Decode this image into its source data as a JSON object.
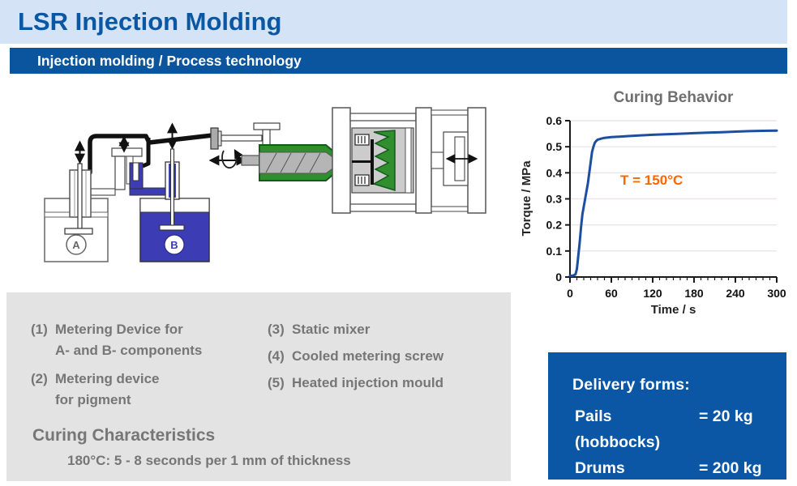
{
  "header": {
    "title": "LSR Injection Molding",
    "subtitle": "Injection molding / Process technology"
  },
  "diagram": {
    "label_a": "A",
    "label_b": "B"
  },
  "legend": {
    "item1_num": "(1)",
    "item1_line1": "Metering Device for",
    "item1_line2": "A- and B- components",
    "item2_num": "(2)",
    "item2_line1": "Metering device",
    "item2_line2": "for pigment",
    "item3_num": "(3)",
    "item3_text": "Static mixer",
    "item4_num": "(4)",
    "item4_text": "Cooled metering screw",
    "item5_num": "(5)",
    "item5_text": "Heated injection mould",
    "curing_title": "Curing Characteristics",
    "curing_detail": "180°C: 5 - 8 seconds per 1 mm of thickness"
  },
  "delivery": {
    "title": "Delivery forms:",
    "rows": [
      {
        "label": "Pails (hobbocks)",
        "value": "= 20 kg"
      },
      {
        "label": "Drums",
        "value": "= 200 kg"
      }
    ]
  },
  "chart_data": {
    "type": "line",
    "title": "Curing Behavior",
    "xlabel": "Time / s",
    "ylabel": "Torque / MPa",
    "xlim": [
      0,
      300
    ],
    "ylim": [
      0,
      0.6
    ],
    "x_ticks": [
      0,
      60,
      120,
      180,
      240,
      300
    ],
    "y_ticks": [
      0,
      0.1,
      0.2,
      0.3,
      0.4,
      0.5,
      0.6
    ],
    "x_minor_step": 10,
    "grid": "horizontal",
    "legend_position": "none",
    "annotation": {
      "text": "T = 150°C",
      "x": 73,
      "y": 0.355,
      "color": "#ff6600"
    },
    "series": [
      {
        "name": "torque_at_150C",
        "color": "#1d4fa0",
        "x": [
          0,
          4,
          8,
          10,
          12,
          14,
          16,
          18,
          20,
          22,
          24,
          26,
          28,
          30,
          32,
          34,
          36,
          38,
          40,
          45,
          50,
          60,
          80,
          100,
          120,
          140,
          160,
          180,
          200,
          220,
          240,
          260,
          280,
          300
        ],
        "y": [
          0.005,
          0.005,
          0.01,
          0.03,
          0.08,
          0.13,
          0.19,
          0.24,
          0.27,
          0.3,
          0.33,
          0.36,
          0.4,
          0.44,
          0.48,
          0.5,
          0.515,
          0.522,
          0.527,
          0.531,
          0.534,
          0.537,
          0.54,
          0.543,
          0.546,
          0.548,
          0.55,
          0.552,
          0.554,
          0.556,
          0.558,
          0.56,
          0.561,
          0.562
        ]
      }
    ]
  },
  "colors": {
    "header_bg": "#d4e3f6",
    "title_blue": "#0a58a4",
    "bar_blue": "#0b549e",
    "panel_gray": "#e3e3e3",
    "text_gray": "#767676",
    "delivery_blue": "#0b57a5",
    "pail_b_blue": "#3c3cb4",
    "screw_green": "#2f8f2f",
    "curve_blue": "#1d4fa0",
    "annotation_orange": "#ff6600"
  }
}
